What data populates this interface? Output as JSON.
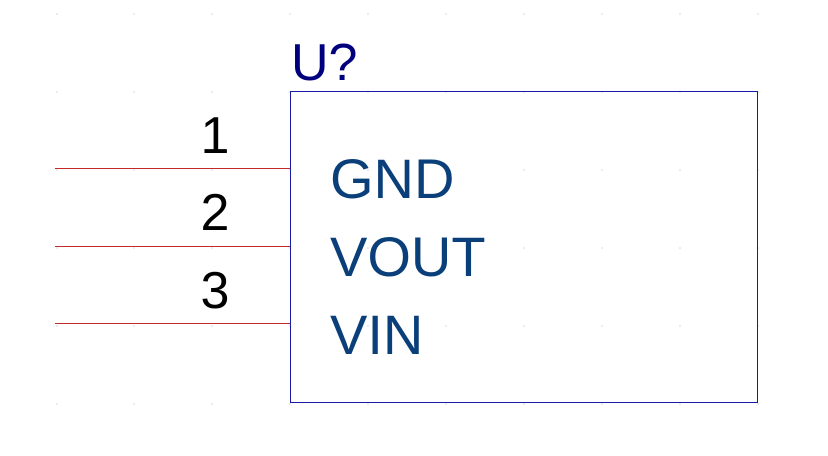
{
  "component": {
    "reference": "U?",
    "pins": [
      {
        "number": "1",
        "name": "GND"
      },
      {
        "number": "2",
        "name": "VOUT"
      },
      {
        "number": "3",
        "name": "VIN"
      }
    ]
  },
  "colors": {
    "reference": "#00007f",
    "pin_number": "#000000",
    "pin_name": "#0a3f7a",
    "body_outline": "#1a1aa8",
    "pin_line": "#c42a2a",
    "grid_dot": "#d4d4d4"
  }
}
